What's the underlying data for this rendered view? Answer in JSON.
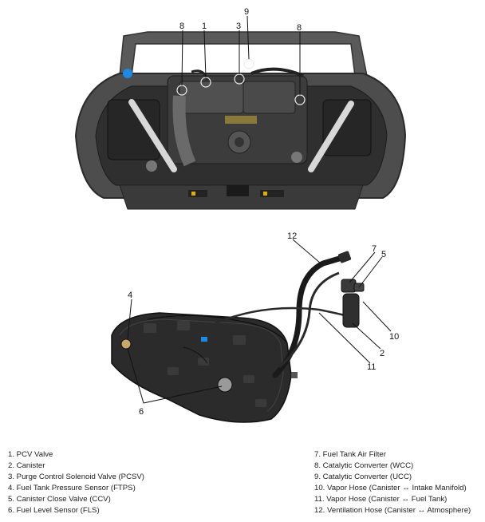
{
  "figure": {
    "callouts": {
      "top": [
        "8",
        "1",
        "9",
        "3",
        "8"
      ],
      "bottom": [
        "12",
        "7",
        "5",
        "4",
        "10",
        "2",
        "11",
        "6"
      ]
    }
  },
  "legend": {
    "left": [
      "1. PCV Valve",
      "2. Canister",
      "3. Purge Control Solenoid Valve (PCSV)",
      "4. Fuel Tank Pressure Sensor (FTPS)",
      "5. Canister Close Valve (CCV)",
      "6. Fuel Level Sensor (FLS)"
    ],
    "right": [
      "7. Fuel Tank Air Filter",
      "8. Catalytic Converter (WCC)",
      "9. Catalytic Converter (UCC)",
      "10. Vapor Hose (Canister ↔ Intake Manifold)",
      "11. Vapor Hose (Canister ↔ Fuel Tank)",
      "12. Ventilation Hose (Canister ↔ Atmosphere)"
    ]
  },
  "colors": {
    "metal": "#4a4a4a",
    "dark": "#2b2b2b",
    "strut": "#d8d8d8",
    "accent": "#1e88e5"
  }
}
